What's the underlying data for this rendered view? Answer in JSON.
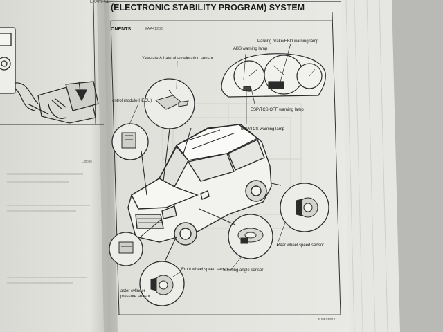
{
  "page": {
    "header_fragment": "EXAMPLE",
    "title": "(ELECTRONIC STABILITY PROGRAM) SYSTEM",
    "section": "ONENTS",
    "section_code": "EAA4120B"
  },
  "labels": {
    "yaw_rate": "Yaw-rate & Lateral acceleration sensor",
    "parking_brake": "Parking brake/EBD warning lamp",
    "abs_lamp": "ABS warning lamp",
    "esp_off": "ESP/TCS OFF warning lamp",
    "esp_tcs": "ESP/TCS warning lamp",
    "hecu": "ontrol module(HECU)",
    "front_wheel": "Front wheel speed sensor",
    "steering": "Steering angle sensor",
    "rear_wheel": "Rear wheel speed sensor",
    "cylinder": "aster cylinder\npressure sensor"
  },
  "footer": {
    "figure_code": "EJ0ESP014",
    "left_figure_code": "LJ0000"
  },
  "colors": {
    "page": "#e8e8e4",
    "line": "#2b2b2b",
    "desk": "#8c8c88"
  }
}
